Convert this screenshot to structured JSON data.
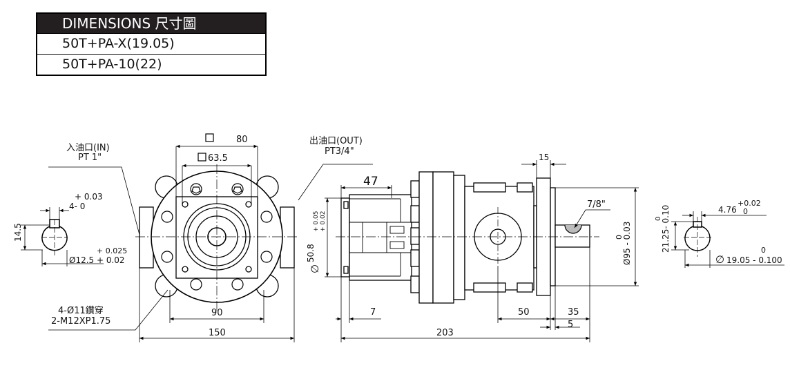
{
  "table": {
    "header": "DIMENSIONS 尺寸圖",
    "rows": [
      "50T+PA-X(19.05)",
      "50T+PA-10(22)"
    ]
  },
  "left_view": {
    "inlet_label": "入油口(IN)",
    "inlet_thread": "PT 1\"",
    "square_outer": "80",
    "square_inner": "63.5",
    "key_width_tol": "+ 0.03",
    "key_width_val": "4- 0",
    "height_145": "14.5",
    "shaft_dia_tol": "+ 0.025",
    "shaft_dia_val": "Ø12.5 + 0.02",
    "holes_label": "4-Ø11鑽穿",
    "tap_label": "2-M12XP1.75",
    "dim_90": "90",
    "dim_150": "150"
  },
  "side_view": {
    "outlet_label": "出油口(OUT)",
    "outlet_thread": "PT3/4\"",
    "dim_47": "47",
    "dim_15": "15",
    "dim_78": "7/8\"",
    "pilot_tol": "+ 0.05\n+ 0.02",
    "pilot_val": "50.8",
    "pilot_tol_a": "+ 0.05",
    "pilot_tol_b": "+ 0.02",
    "flange_val": "Ø95 - 0.03",
    "flange_tol": "0",
    "dim_7": "7",
    "dim_50": "50",
    "dim_35": "35",
    "dim_5": "5",
    "dim_203": "203"
  },
  "shaft_view": {
    "key_tol_up": "+0.02",
    "key_val": "4.76",
    "key_tol_dn": "0",
    "height_tol": "0",
    "height_val": "21.25- 0.10",
    "dia_tol": "0",
    "dia_val": "19.05 - 0.100"
  }
}
